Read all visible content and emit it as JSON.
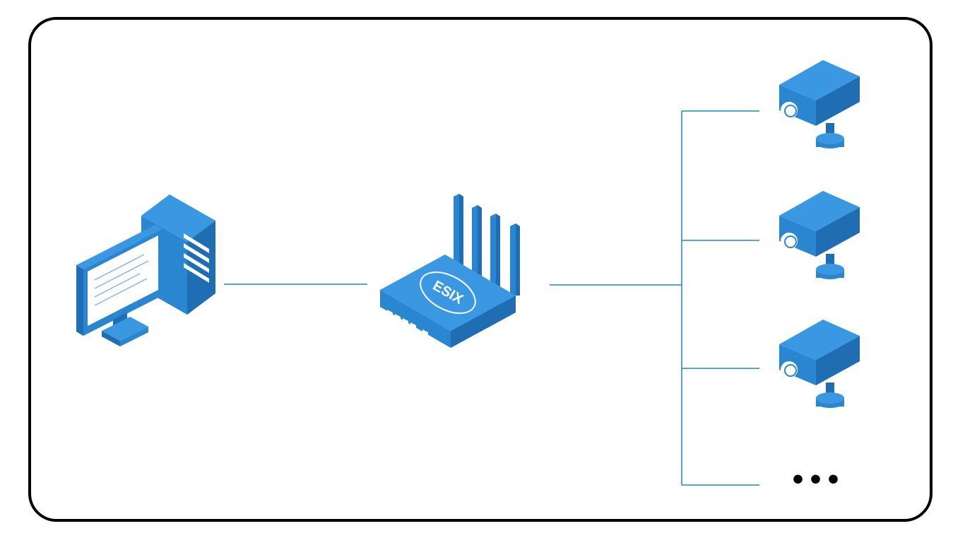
{
  "diagram": {
    "type": "network-topology",
    "colors": {
      "device_primary": "#2B86D1",
      "device_dark": "#1F6DB3",
      "device_light": "#3A98E2",
      "connector_line": "#1E88B8",
      "frame_border": "#000000",
      "background": "#FFFFFF"
    },
    "nodes": {
      "computer": {
        "icon": "desktop-computer-icon"
      },
      "router": {
        "icon": "wireless-router-icon",
        "logo_text": "ESIX"
      },
      "cameras": [
        {
          "icon": "security-camera-icon"
        },
        {
          "icon": "security-camera-icon"
        },
        {
          "icon": "security-camera-icon"
        }
      ],
      "more_label": "•••"
    },
    "edges": [
      {
        "from": "computer",
        "to": "router"
      },
      {
        "from": "router",
        "to": "camera-bus"
      },
      {
        "from": "camera-bus",
        "to": "camera-1"
      },
      {
        "from": "camera-bus",
        "to": "camera-2"
      },
      {
        "from": "camera-bus",
        "to": "camera-3"
      },
      {
        "from": "camera-bus",
        "to": "more"
      }
    ]
  }
}
